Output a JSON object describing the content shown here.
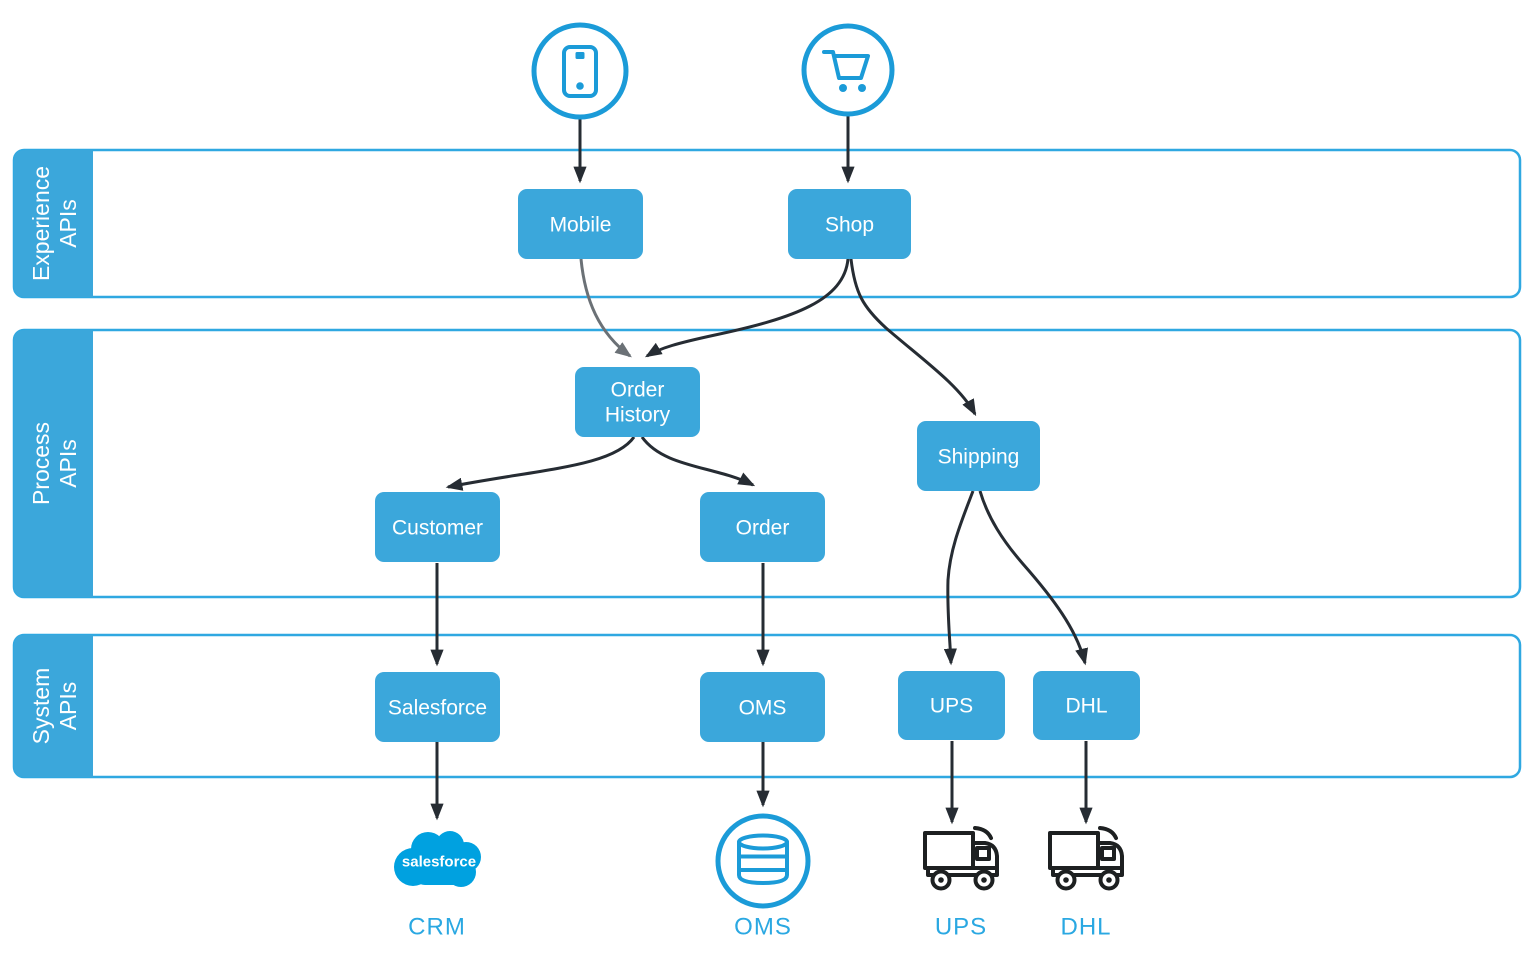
{
  "colors": {
    "node_fill": "#3BA7DB",
    "band_border": "#2FA8E1",
    "band_label_fill": "#3BA7DB",
    "node_text": "#FFFFFF",
    "endpoint_label_text": "#2AA8E2",
    "source_icon_stroke": "#1B9BD8",
    "arrow_dark": "#262C33",
    "arrow_gray": "#6B7176",
    "salesforce_cloud_blue": "#00A1E0",
    "truck_stroke": "#1D2021",
    "background": "#FFFFFF"
  },
  "bands": [
    {
      "name": "experience-apis",
      "label_line1": "Experience",
      "label_line2": "APIs"
    },
    {
      "name": "process-apis",
      "label_line1": "Process",
      "label_line2": "APIs"
    },
    {
      "name": "system-apis",
      "label_line1": "System",
      "label_line2": "APIs"
    }
  ],
  "sources": {
    "mobile_device": {
      "icon": "smartphone-icon"
    },
    "web_shop": {
      "icon": "shopping-cart-icon"
    }
  },
  "nodes": {
    "mobile": {
      "label": "Mobile"
    },
    "shop": {
      "label": "Shop"
    },
    "order_history": {
      "label_line1": "Order",
      "label_line2": "History"
    },
    "shipping": {
      "label": "Shipping"
    },
    "customer": {
      "label": "Customer"
    },
    "order": {
      "label": "Order"
    },
    "salesforce": {
      "label": "Salesforce"
    },
    "oms": {
      "label": "OMS"
    },
    "ups": {
      "label": "UPS"
    },
    "dhl": {
      "label": "DHL"
    }
  },
  "endpoints": {
    "crm": {
      "label": "CRM",
      "icon": "salesforce-cloud-logo",
      "logo_text": "salesforce"
    },
    "oms": {
      "label": "OMS",
      "icon": "database-icon"
    },
    "ups": {
      "label": "UPS",
      "icon": "truck-icon"
    },
    "dhl": {
      "label": "DHL",
      "icon": "truck-icon"
    }
  }
}
